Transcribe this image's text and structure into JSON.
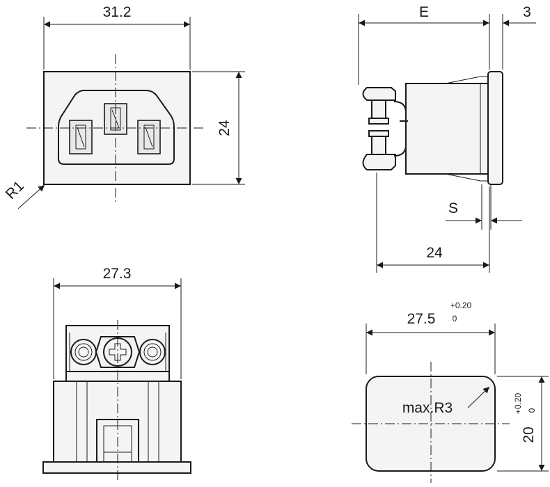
{
  "drawing": {
    "front_view": {
      "width_label": "31.2",
      "height_label": "24",
      "corner_radius_label": "R1"
    },
    "side_view": {
      "depth_label": "E",
      "flange_label": "3",
      "panel_label": "S",
      "body_depth_label": "24"
    },
    "top_view": {
      "width_label": "27.3"
    },
    "panel_cutout": {
      "width_label": "27.5",
      "width_tol_upper": "+0.20",
      "width_tol_lower": "0",
      "height_label": "20",
      "height_tol_upper": "+0.20",
      "height_tol_lower": "0",
      "radius_label": "max.R3"
    }
  }
}
